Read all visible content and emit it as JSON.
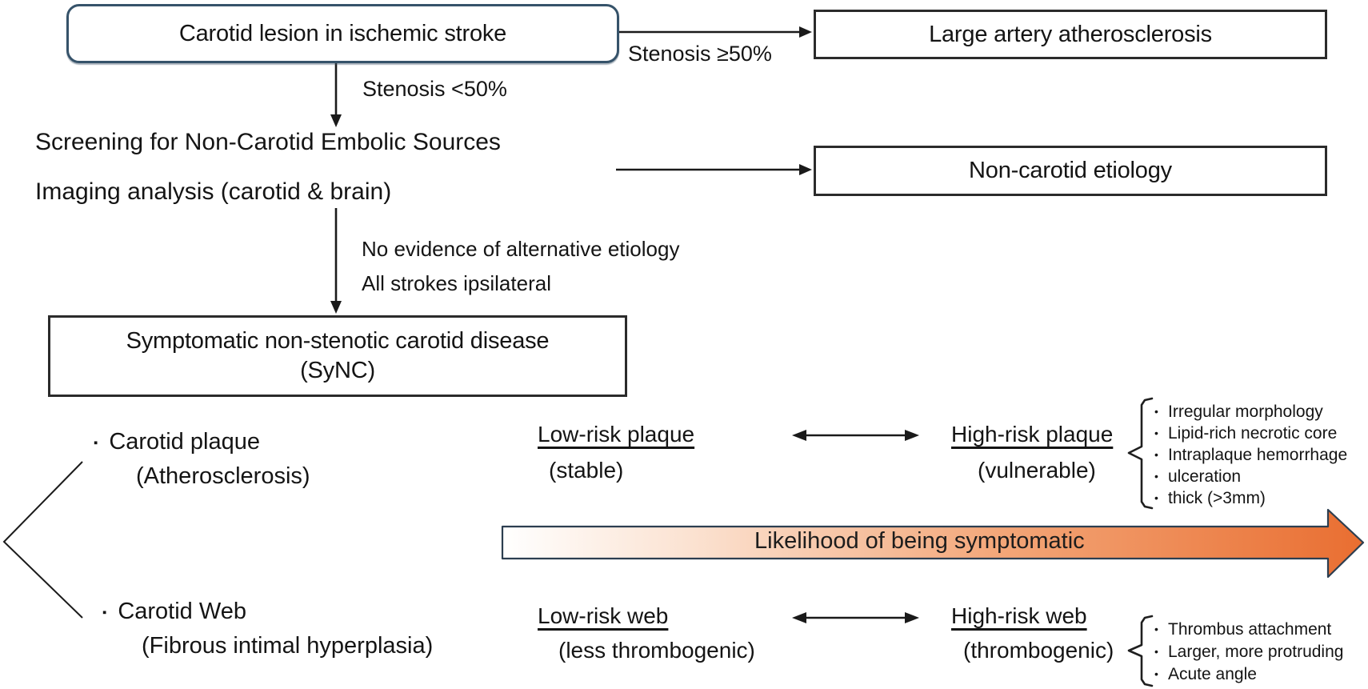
{
  "title": "SyNC diagnostic flowchart",
  "colors": {
    "box_border_dark": "#2b2b2b",
    "rounded_box_border": "#36536a",
    "arrow_black": "#1a1a1a",
    "gradient_arrow_outline": "#2c3e50",
    "text": "#141414",
    "gradient": [
      "#ffffff",
      "#fbe2d1",
      "#f3a678",
      "#e96e31"
    ]
  },
  "chars": {
    "item_bullet": "▪",
    "feature_bullet": "•"
  },
  "flow": {
    "root_box": "Carotid lesion in ischemic stroke",
    "stenosis_ge_label": "Stenosis ≥50%",
    "large_artery_box": "Large artery atherosclerosis",
    "stenosis_lt_label": "Stenosis <50%",
    "screening_line1": "Screening for Non-Carotid Embolic Sources",
    "screening_line2": "Imaging analysis (carotid & brain)",
    "non_carotid_box": "Non-carotid etiology",
    "evidence_line1": "No evidence of alternative etiology",
    "evidence_line2": "All strokes ipsilateral",
    "sync_box_line1": "Symptomatic non-stenotic carotid disease",
    "sync_box_line2": "(SyNC)"
  },
  "plaque": {
    "title": "Carotid plaque",
    "subtitle": "(Atherosclerosis)",
    "low_label": "Low-risk plaque",
    "low_sub": "(stable)",
    "high_label": "High-risk plaque",
    "high_sub": "(vulnerable)",
    "features": [
      "Irregular morphology",
      "Lipid-rich necrotic core",
      "Intraplaque hemorrhage",
      "ulceration",
      "thick (>3mm)"
    ]
  },
  "web": {
    "title": "Carotid Web",
    "subtitle": "(Fibrous intimal hyperplasia)",
    "low_label": "Low-risk web",
    "low_sub": "(less thrombogenic)",
    "high_label": "High-risk web",
    "high_sub": "(thrombogenic)",
    "features": [
      "Thrombus attachment",
      "Larger, more protruding",
      "Acute angle"
    ]
  },
  "gradient_arrow_label": "Likelihood of being symptomatic"
}
